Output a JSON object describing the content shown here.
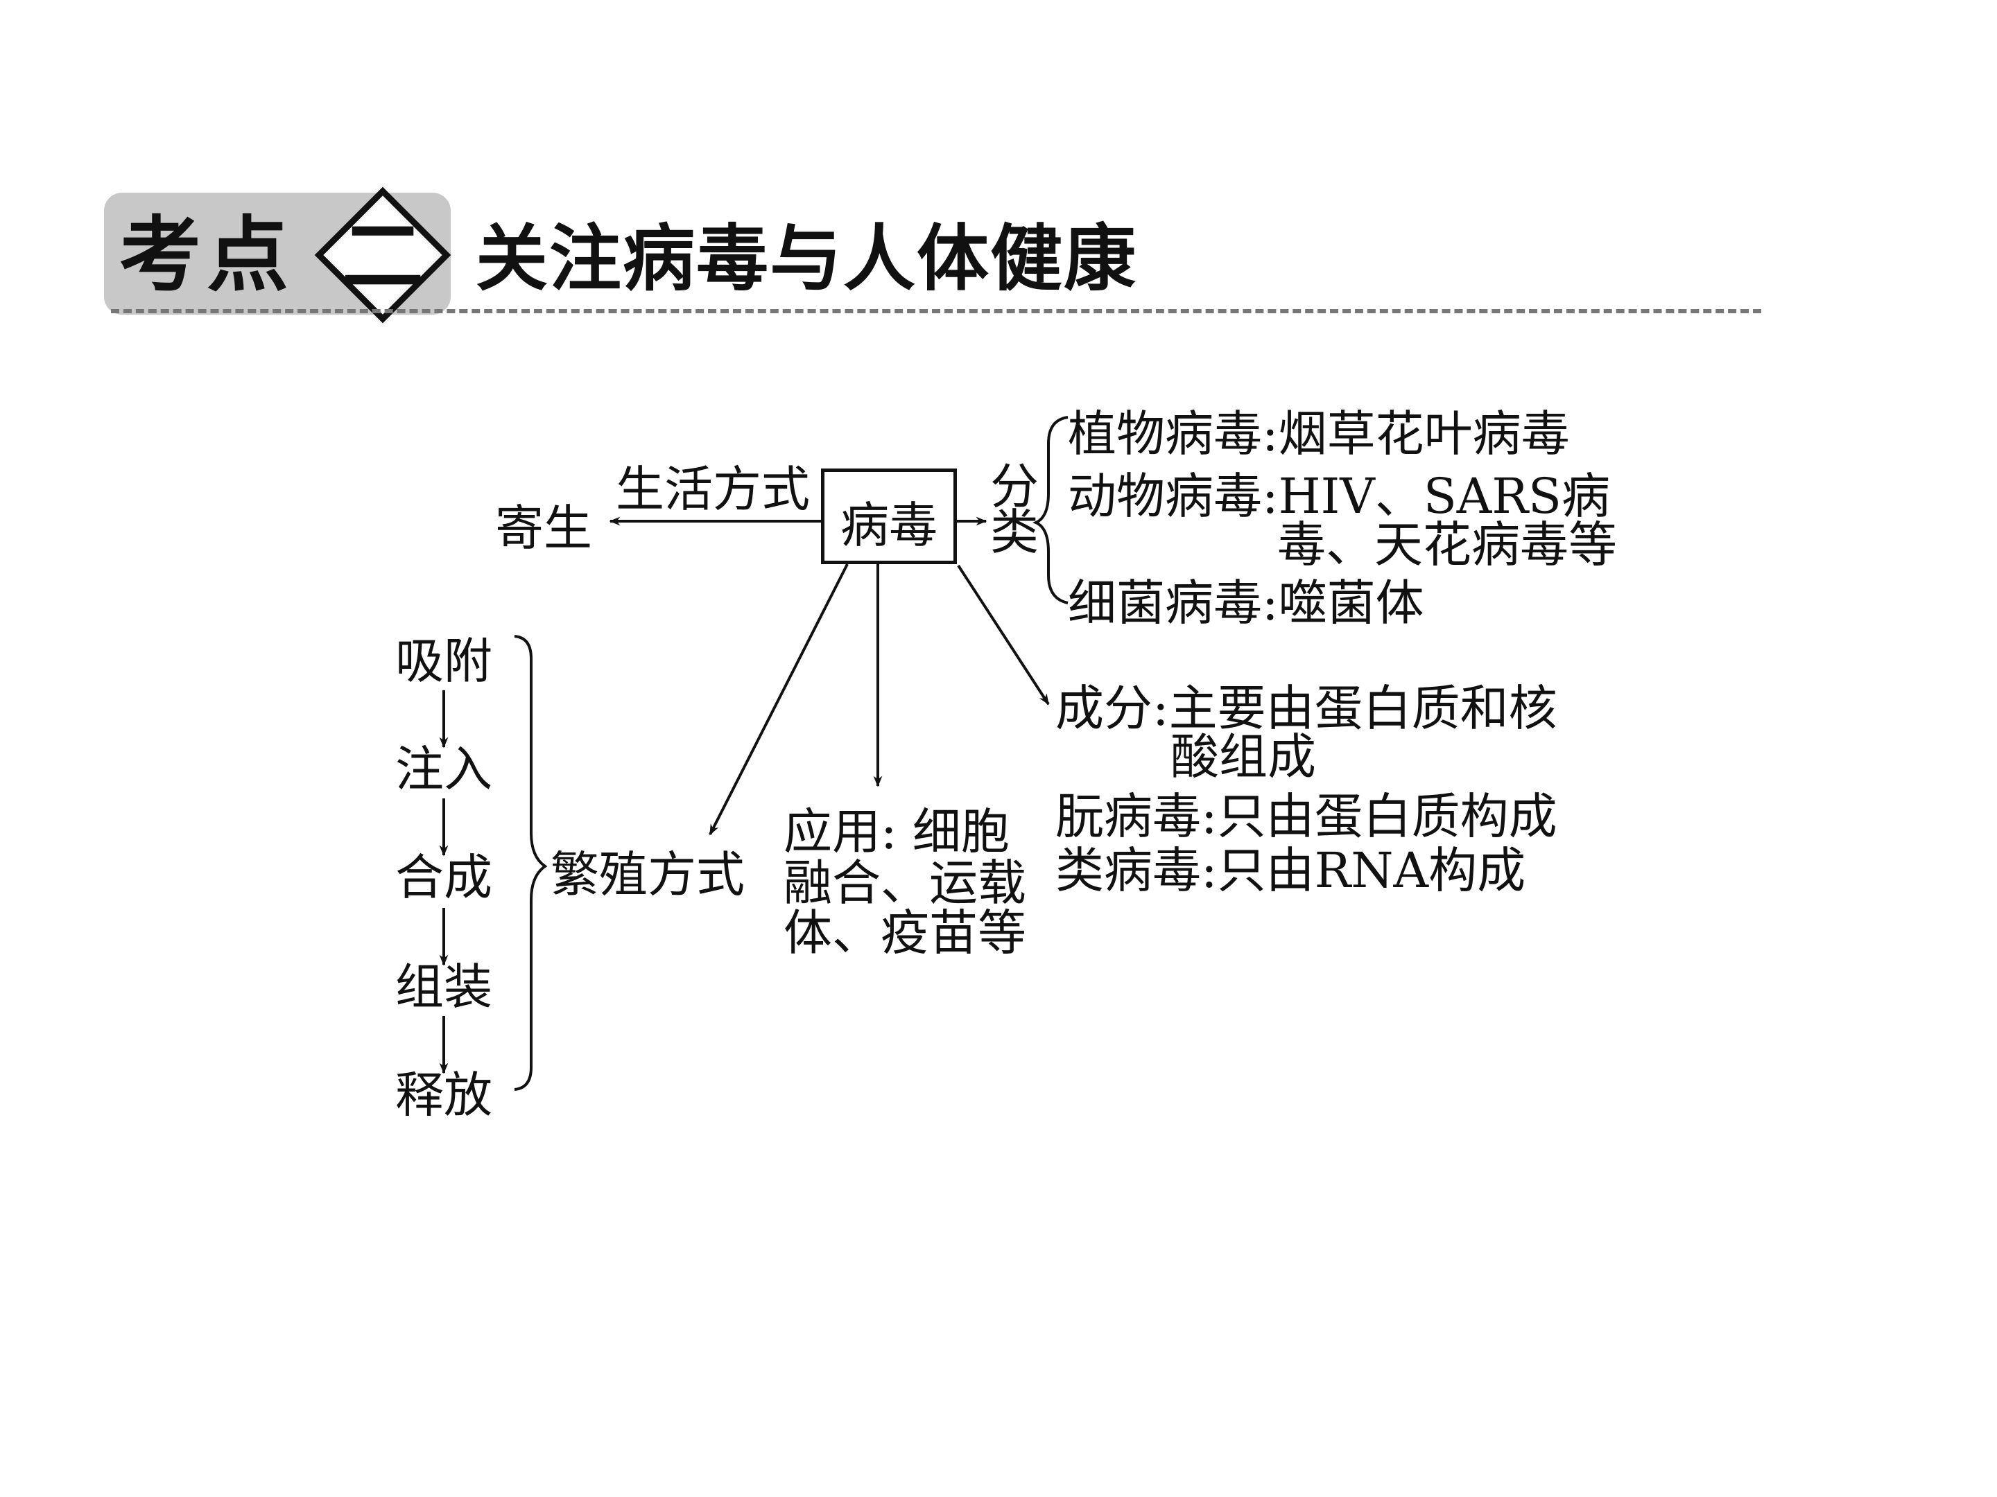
{
  "header": {
    "badge_label": "考点",
    "badge_number": "二",
    "title": "关注病毒与人体健康"
  },
  "diagram": {
    "center": "病毒",
    "lifestyle": {
      "label": "生活方式",
      "value": "寄生"
    },
    "classification": {
      "label_line1": "分",
      "label_line2": "类",
      "items": [
        {
          "type": "植物病毒",
          "sep": ":",
          "example": "烟草花叶病毒"
        },
        {
          "type": "动物病毒",
          "sep": ":",
          "example": "HIV、SARS病",
          "example_line2": "毒、天花病毒等"
        },
        {
          "type": "细菌病毒",
          "sep": ":",
          "example": "噬菌体"
        }
      ]
    },
    "composition": {
      "line1": "成分:主要由蛋白质和核",
      "line2": "酸组成"
    },
    "prion": "朊病毒:只由蛋白质构成",
    "viroid": "类病毒:只由RNA构成",
    "reproduction": {
      "label": "繁殖方式",
      "steps": [
        "吸附",
        "注入",
        "合成",
        "组装",
        "释放"
      ]
    },
    "application": {
      "line1": "应用:  细胞",
      "line2": "融合、运载",
      "line3": "体、疫苗等"
    }
  }
}
